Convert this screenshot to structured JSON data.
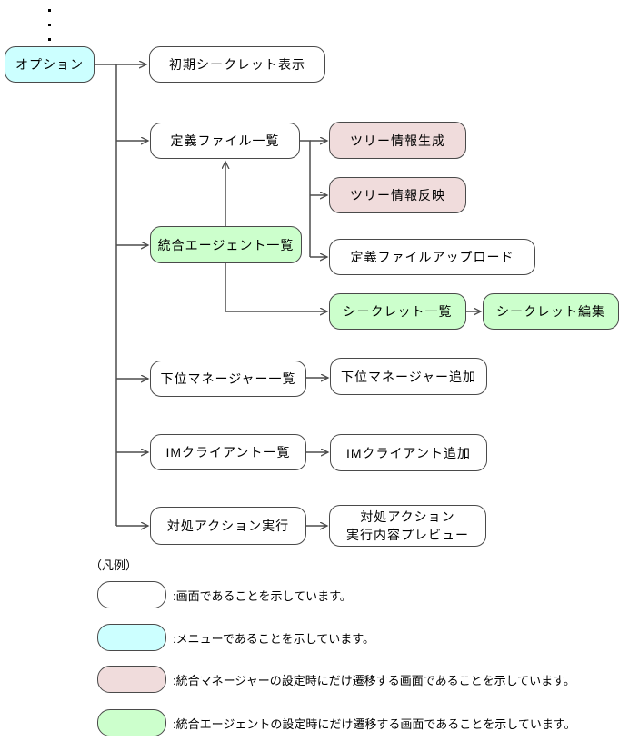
{
  "nodes": {
    "options": {
      "label": "オプション",
      "type": "menu"
    },
    "initial_secret": {
      "label": "初期シークレット表示",
      "type": "screen"
    },
    "definition_file_list": {
      "label": "定義ファイル一覧",
      "type": "screen"
    },
    "tree_info_create": {
      "label": "ツリー情報生成",
      "type": "manager_screen"
    },
    "tree_info_apply": {
      "label": "ツリー情報反映",
      "type": "manager_screen"
    },
    "integrated_agent_list": {
      "label": "統合エージェント一覧",
      "type": "agent_screen"
    },
    "definition_file_upload": {
      "label": "定義ファイルアップロード",
      "type": "screen"
    },
    "secret_list": {
      "label": "シークレット一覧",
      "type": "agent_screen"
    },
    "secret_edit": {
      "label": "シークレット編集",
      "type": "agent_screen"
    },
    "lower_manager_list": {
      "label": "下位マネージャー一覧",
      "type": "screen"
    },
    "lower_manager_add": {
      "label": "下位マネージャー追加",
      "type": "screen"
    },
    "im_client_list": {
      "label": "IMクライアント一覧",
      "type": "screen"
    },
    "im_client_add": {
      "label": "IMクライアント追加",
      "type": "screen"
    },
    "action_execute": {
      "label": "対処アクション実行",
      "type": "screen"
    },
    "action_preview": {
      "label": "対処アクション\n実行内容プレビュー",
      "type": "screen"
    }
  },
  "legend": {
    "title": "（凡例）",
    "items": [
      {
        "type": "screen",
        "desc": ":画面であることを示しています。"
      },
      {
        "type": "menu",
        "desc": ":メニューであることを示しています。"
      },
      {
        "type": "manager_screen",
        "desc": ":統合マネージャーの設定時にだけ遷移する画面であることを示しています。"
      },
      {
        "type": "agent_screen",
        "desc": ":統合エージェントの設定時にだけ遷移する画面であることを示しています。"
      }
    ]
  },
  "colors": {
    "screen": "#ffffff",
    "menu": "#ccffff",
    "manager_screen": "#f0dcdc",
    "agent_screen": "#ccffcc",
    "line": "#4d4d4d",
    "border": "#4a4a4a"
  }
}
